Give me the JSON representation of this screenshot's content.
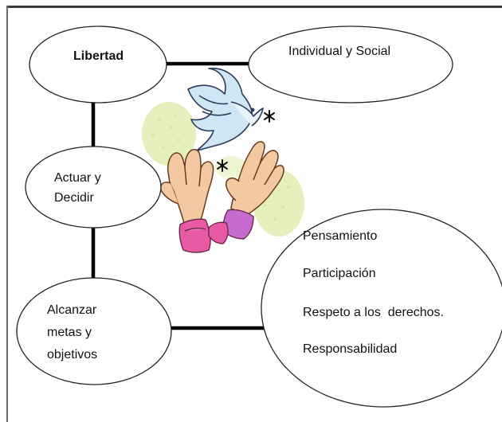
{
  "nodes": {
    "libertad": {
      "label": "Libertad"
    },
    "individual_social": {
      "label": "Individual y Social"
    },
    "actuar_decidir": {
      "lines": [
        "Actuar y",
        "Decidir"
      ]
    },
    "alcanzar_metas": {
      "lines": [
        "Alcanzar",
        "metas y",
        "objetivos"
      ]
    },
    "aspects": {
      "items": [
        "Pensamiento",
        "Participación",
        "Respeto a los  derechos.",
        "Responsabilidad"
      ]
    }
  },
  "illustration": {
    "icon": "dove-and-raised-hands",
    "colors": {
      "dove": "#cfe6f5",
      "dove_outline": "#2b3a5a",
      "hands": "#f3c9a2",
      "sleeve_pink": "#e85aa3",
      "sleeve_purple": "#c86bd0",
      "spots_green": "#e2edb4",
      "stars": "#111111"
    }
  },
  "style": {
    "connector_color": "#000000",
    "ellipse_stroke": "#222222"
  }
}
